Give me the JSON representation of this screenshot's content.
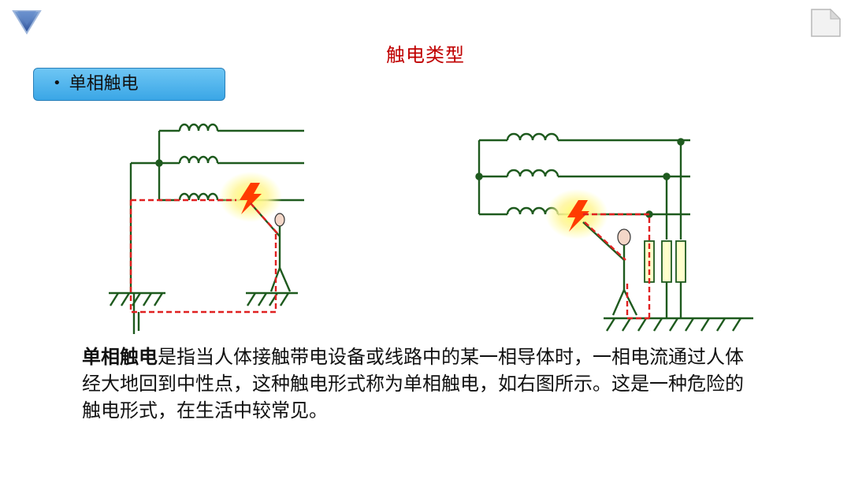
{
  "header": {
    "title": "触电类型"
  },
  "badge": {
    "bullet": "•",
    "label": "单相触电"
  },
  "description": {
    "term": "单相触电",
    "text": "是指当人体接触带电设备或线路中的某一相导体时，一相电流通过人体经大地回到中性点，这种触电形式称为单相触电，如右图所示。这是一种危险的触电形式，在生活中较常见。"
  },
  "icons": {
    "nav_icon": "triangle-down-icon",
    "page_icon": "page-fold-icon"
  },
  "colors": {
    "wire": "#1e5a1e",
    "current": "#e02020",
    "title": "#c00000",
    "badge": "#3aa6e6",
    "resistor": "#ffffcc",
    "spark": "#ff3b00"
  }
}
